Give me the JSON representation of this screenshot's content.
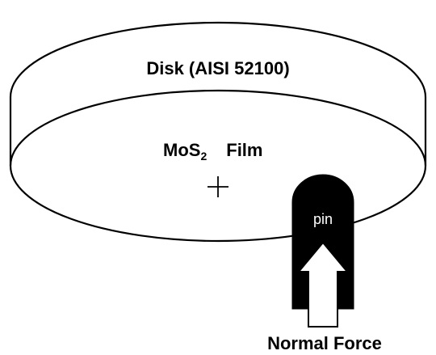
{
  "labels": {
    "disk": "Disk (AISI 52100)",
    "film_prefix": "MoS",
    "film_subscript": "2",
    "film_word": "Film",
    "pin": "pin",
    "force": "Normal Force"
  }
}
